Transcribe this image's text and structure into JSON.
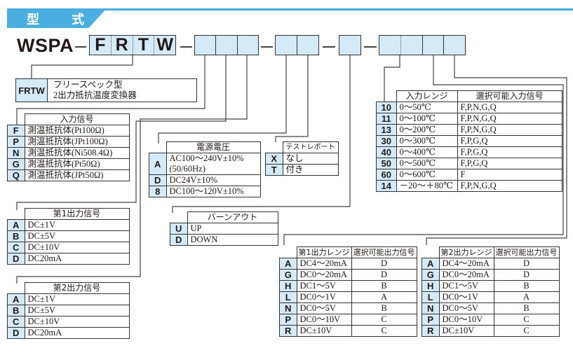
{
  "header": {
    "title": "型 式",
    "accent_color": "#4aafe0",
    "cell_color": "#d4ebf7"
  },
  "model": {
    "prefix": "WSPA",
    "fixed_codes": [
      "F",
      "R",
      "T",
      "W"
    ]
  },
  "series": {
    "code": "FRTW",
    "line1": "フリースペック型",
    "line2": "2出力抵抗温度変換器"
  },
  "input_signal": {
    "title": "入力信号",
    "rows": [
      {
        "code": "F",
        "desc": "測温抵抗体(Pt100Ω)"
      },
      {
        "code": "P",
        "desc": "測温抵抗体(JPt100Ω)"
      },
      {
        "code": "N",
        "desc": "測温抵抗体(Ni508.4Ω)"
      },
      {
        "code": "G",
        "desc": "測温抵抗体(Pt50Ω)"
      },
      {
        "code": "Q",
        "desc": "測温抵抗体(JPt50Ω)"
      }
    ]
  },
  "output1_signal": {
    "title": "第1出力信号",
    "rows": [
      {
        "code": "A",
        "desc": "DC±1V"
      },
      {
        "code": "B",
        "desc": "DC±5V"
      },
      {
        "code": "C",
        "desc": "DC±10V"
      },
      {
        "code": "D",
        "desc": "DC20mA"
      }
    ]
  },
  "output2_signal": {
    "title": "第2出力信号",
    "rows": [
      {
        "code": "A",
        "desc": "DC±1V"
      },
      {
        "code": "B",
        "desc": "DC±5V"
      },
      {
        "code": "C",
        "desc": "DC±10V"
      },
      {
        "code": "D",
        "desc": "DC20mA"
      }
    ]
  },
  "power": {
    "title": "電源電圧",
    "rows": [
      {
        "code": "A",
        "desc": "AC100～240V±10%",
        "desc2": "(50/60Hz)"
      },
      {
        "code": "D",
        "desc": "DC24V±10%"
      },
      {
        "code": "8",
        "desc": "DC100～120V±10%"
      }
    ]
  },
  "test_report": {
    "title": "テストレポート",
    "rows": [
      {
        "code": "X",
        "desc": "なし"
      },
      {
        "code": "T",
        "desc": "付き"
      }
    ]
  },
  "burnout": {
    "title": "バーンアウト",
    "rows": [
      {
        "code": "U",
        "desc": "UP"
      },
      {
        "code": "D",
        "desc": "DOWN"
      }
    ]
  },
  "input_range": {
    "headers": [
      "入力レンジ",
      "選択可能入力信号"
    ],
    "rows": [
      {
        "code": "10",
        "range": "0～50℃",
        "signals": "F,P,N,G,Q"
      },
      {
        "code": "11",
        "range": "0～100℃",
        "signals": "F,P,N,G,Q"
      },
      {
        "code": "13",
        "range": "0～200℃",
        "signals": "F,P,N,G,Q"
      },
      {
        "code": "30",
        "range": "0～300℃",
        "signals": "F,P,G,Q"
      },
      {
        "code": "40",
        "range": "0～400℃",
        "signals": "F,P,G,Q"
      },
      {
        "code": "50",
        "range": "0～500℃",
        "signals": "F,P,G,Q"
      },
      {
        "code": "60",
        "range": "0～600℃",
        "signals": "F"
      },
      {
        "code": "14",
        "range": "－20～＋80℃",
        "signals": "F,P,N,G,Q"
      }
    ]
  },
  "output1_range": {
    "headers": [
      "第1出力レンジ",
      "選択可能出力信号"
    ],
    "rows": [
      {
        "code": "A",
        "range": "DC4～20mA",
        "signal": "D"
      },
      {
        "code": "G",
        "range": "DC0～20mA",
        "signal": "D"
      },
      {
        "code": "H",
        "range": "DC1～5V",
        "signal": "B"
      },
      {
        "code": "L",
        "range": "DC0～1V",
        "signal": "A"
      },
      {
        "code": "N",
        "range": "DC0～5V",
        "signal": "B"
      },
      {
        "code": "P",
        "range": "DC0～10V",
        "signal": "C"
      },
      {
        "code": "R",
        "range": "DC±10V",
        "signal": "C"
      }
    ]
  },
  "output2_range": {
    "headers": [
      "第2出力レンジ",
      "選択可能出力信号"
    ],
    "rows": [
      {
        "code": "A",
        "range": "DC4～20mA",
        "signal": "D"
      },
      {
        "code": "G",
        "range": "DC0～20mA",
        "signal": "D"
      },
      {
        "code": "H",
        "range": "DC1～5V",
        "signal": "B"
      },
      {
        "code": "L",
        "range": "DC0～1V",
        "signal": "A"
      },
      {
        "code": "N",
        "range": "DC0～5V",
        "signal": "B"
      },
      {
        "code": "P",
        "range": "DC0～10V",
        "signal": "C"
      },
      {
        "code": "R",
        "range": "DC±10V",
        "signal": "C"
      }
    ]
  }
}
